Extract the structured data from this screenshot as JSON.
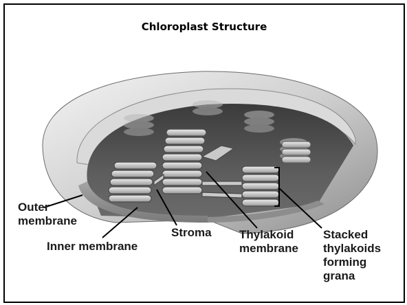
{
  "title": "Chloroplast Structure",
  "labels": {
    "outer_membrane": [
      "Outer",
      "membrane"
    ],
    "inner_membrane": "Inner membrane",
    "stroma": "Stroma",
    "thylakoid_membrane": [
      "Thylakoid",
      "membrane"
    ],
    "stacked_thylakoids": [
      "Stacked",
      "thylakoids",
      "forming",
      "grana"
    ]
  }
}
